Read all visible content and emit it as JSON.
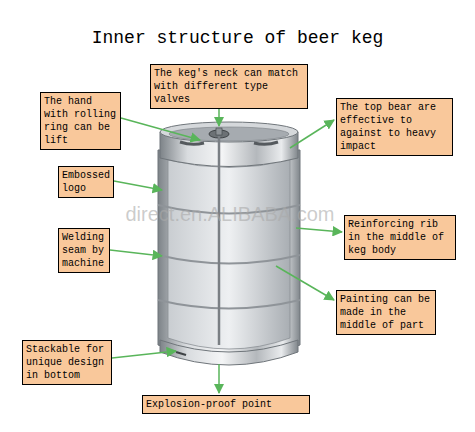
{
  "diagram": {
    "title": "Inner structure of beer keg",
    "nodes": [
      {
        "text": [
          "The keg's neck can match with different type valves"
        ]
      },
      {
        "text": [
          "The hand with rolling ring can be lift"
        ]
      },
      {
        "text": [
          "The top bear are effective to against to heavy impact"
        ]
      },
      {
        "text": [
          "Embossed logo"
        ]
      },
      {
        "text": [
          "Welding seam by machine"
        ]
      },
      {
        "text": [
          "Reinforcing rib in the middle of keg body"
        ]
      },
      {
        "text": [
          "Painting can be made in the middle of part"
        ]
      },
      {
        "text": [
          "Stackable for unique design in bottom"
        ]
      },
      {
        "text": [
          "Explosion-proof point"
        ]
      }
    ],
    "labels": [
      "direct.en.ALIBABA.com"
    ]
  }
}
